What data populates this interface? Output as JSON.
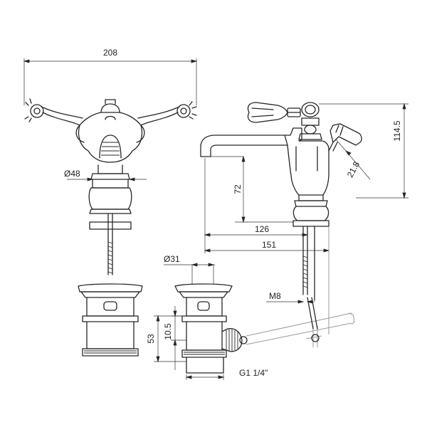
{
  "dimensions": {
    "overall_width": "208",
    "base_diameter": "Ø48",
    "waste_diameter": "Ø31",
    "spout_height": "72",
    "lever_height": "21.8",
    "overall_height": "114.5",
    "spout_reach_inner": "126",
    "spout_reach_outer": "151",
    "thread_size": "M8",
    "waste_height": "53",
    "waste_offset": "10.5",
    "waste_thread": "G1 1/4\""
  }
}
